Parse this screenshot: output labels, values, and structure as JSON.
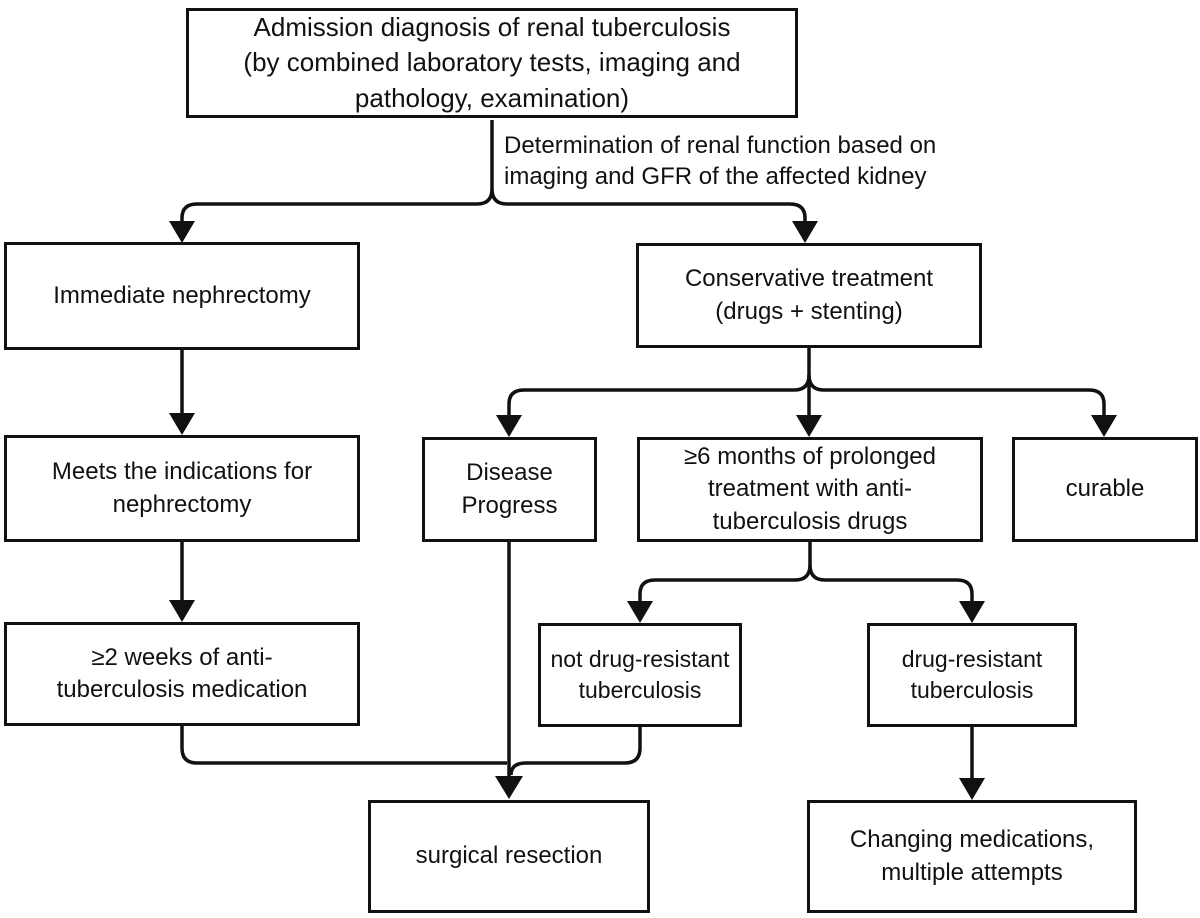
{
  "diagram_type": "flowchart",
  "colors": {
    "background": "#ffffff",
    "box_fill": "#ffffff",
    "box_border": "#111111",
    "line": "#111111",
    "text": "#111111"
  },
  "nodes": {
    "admission": "Admission diagnosis of renal tuberculosis\n(by combined laboratory tests, imaging and\npathology, examination)",
    "immediate_nephrectomy": "Immediate nephrectomy",
    "conservative_treatment": "Conservative treatment\n(drugs + stenting)",
    "meets_indications": "Meets the indications for\nnephrectomy",
    "disease_progress": "Disease\nProgress",
    "six_months_treatment": "≥6 months of prolonged\ntreatment with anti-\ntuberculosis drugs",
    "curable": "curable",
    "two_weeks_medication": "≥2 weeks of anti-\ntuberculosis medication",
    "not_drug_resistant": "not drug-resistant\ntuberculosis",
    "drug_resistant": "drug-resistant\ntuberculosis",
    "surgical_resection": "surgical resection",
    "changing_medications": "Changing medications,\nmultiple attempts"
  },
  "edge_label": "Determination of renal function based on\nimaging and GFR of the affected kidney",
  "edges": [
    {
      "from": "admission",
      "to": "immediate_nephrectomy"
    },
    {
      "from": "admission",
      "to": "conservative_treatment"
    },
    {
      "from": "immediate_nephrectomy",
      "to": "meets_indications"
    },
    {
      "from": "meets_indications",
      "to": "two_weeks_medication"
    },
    {
      "from": "conservative_treatment",
      "to": "disease_progress"
    },
    {
      "from": "conservative_treatment",
      "to": "six_months_treatment"
    },
    {
      "from": "conservative_treatment",
      "to": "curable"
    },
    {
      "from": "six_months_treatment",
      "to": "not_drug_resistant"
    },
    {
      "from": "six_months_treatment",
      "to": "drug_resistant"
    },
    {
      "from": "two_weeks_medication",
      "to": "surgical_resection"
    },
    {
      "from": "disease_progress",
      "to": "surgical_resection"
    },
    {
      "from": "not_drug_resistant",
      "to": "surgical_resection"
    },
    {
      "from": "drug_resistant",
      "to": "changing_medications"
    }
  ]
}
